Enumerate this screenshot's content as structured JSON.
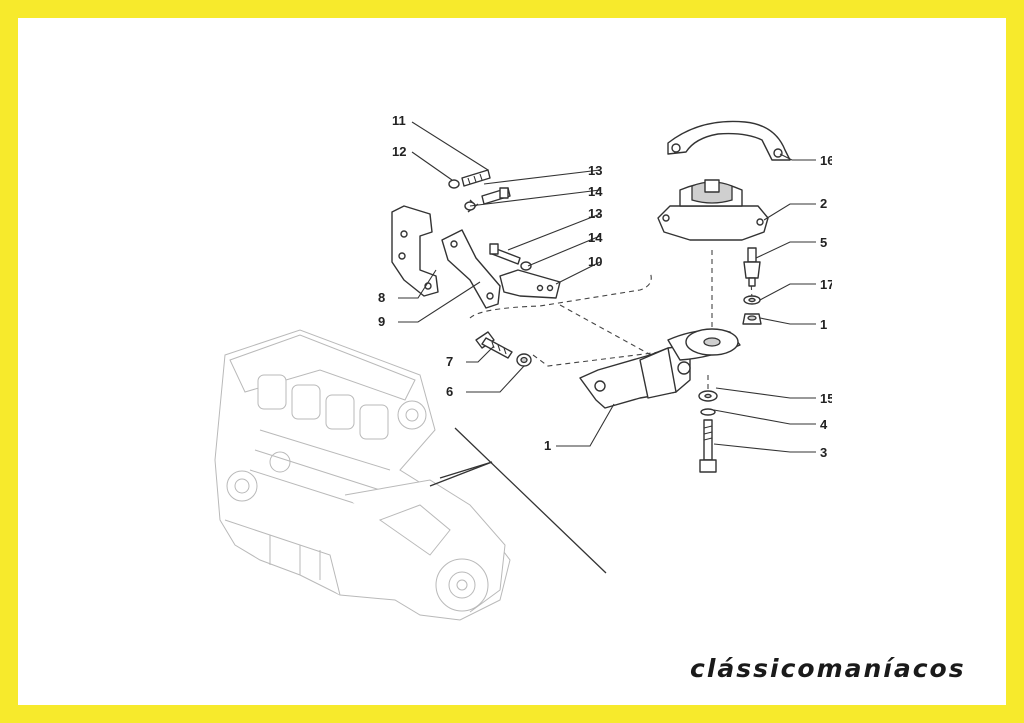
{
  "callouts": {
    "c1": "1",
    "c2": "2",
    "c3": "3",
    "c4": "4",
    "c5": "5",
    "c6": "6",
    "c7": "7",
    "c8": "8",
    "c9": "9",
    "c10": "10",
    "c11": "11",
    "c12": "12",
    "c13a": "13",
    "c13b": "13",
    "c14a": "14",
    "c14b": "14",
    "c15": "15",
    "c16": "16",
    "c17": "17",
    "c18": "1"
  },
  "brand": "clássicomaníacos",
  "colors": {
    "frame": "#f7ea2c",
    "background": "#ffffff",
    "ink": "#222222"
  }
}
